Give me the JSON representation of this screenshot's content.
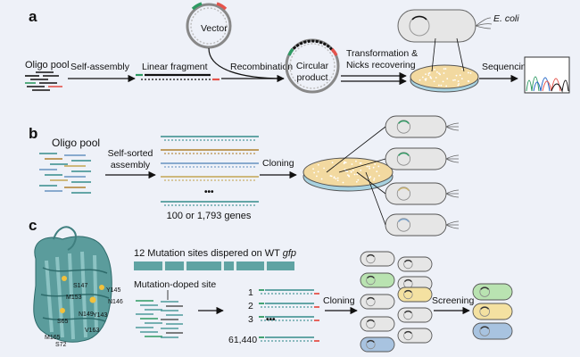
{
  "panels": {
    "a": {
      "letter": "a",
      "oligo_pool": "Oligo pool",
      "self_assembly": "Self-assembly",
      "linear_fragment": "Linear fragment",
      "vector": "Vector",
      "recombination": "Recombination",
      "circular_product": [
        "Circular",
        "product"
      ],
      "transformation": [
        "Transformation &",
        "Nicks recovering"
      ],
      "ecoli": "E. coli",
      "sequencing": "Sequencing"
    },
    "b": {
      "letter": "b",
      "oligo_pool": "Oligo pool",
      "self_sorted": [
        "Self-sorted",
        "assembly"
      ],
      "ellipsis": "•••",
      "genes": "100 or 1,793 genes",
      "cloning": "Cloning"
    },
    "c": {
      "letter": "c",
      "mutation_sites": "12 Mutation sites dispered on WT ",
      "gene": "gfp",
      "mutation_doped": "Mutation-doped site",
      "rows": [
        "1",
        "2",
        "3",
        "61,440"
      ],
      "ellipsis": "•••",
      "cloning": "Cloning",
      "screening": "Screening",
      "residues": [
        "Y145",
        "N146",
        "Y143",
        "S147",
        "N149",
        "M153",
        "S65",
        "V163",
        "M165",
        "S72"
      ]
    }
  },
  "colors": {
    "background": "#eef1f8",
    "green": "#2e9a63",
    "red": "#e5534b",
    "teal": "#4f9a9a",
    "dish_fill": "#f2d9a0",
    "dish_rim": "#a8d2e0",
    "cell_gray": "#e6e6e6",
    "cell_green": "#b9e3b1",
    "cell_yellow": "#f4e1a1",
    "cell_blue": "#a8c3e0"
  }
}
